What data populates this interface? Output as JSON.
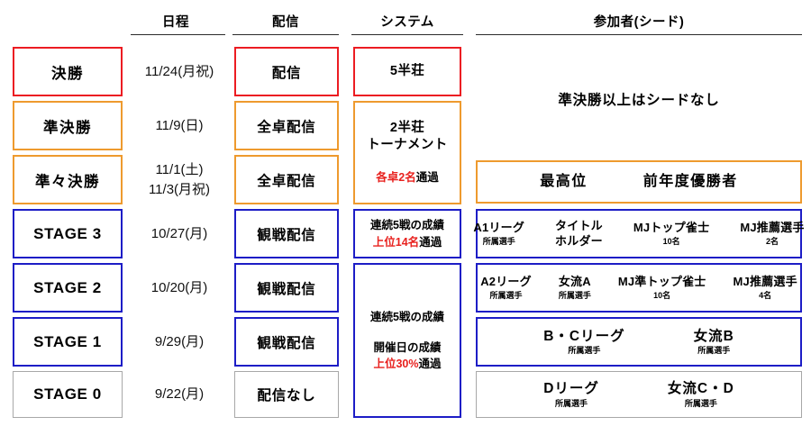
{
  "headers": {
    "schedule": "日程",
    "broadcast": "配信",
    "system": "システム",
    "participants": "参加者(シード)"
  },
  "colors": {
    "red": "#ec1c22",
    "orange": "#ee9a2e",
    "blue": "#1d1dc6",
    "gray": "#a8a8a8",
    "accent_text_red": "#e8211e"
  },
  "rows": [
    {
      "stage": "決勝",
      "date": [
        "11/24(月祝)"
      ],
      "broadcast": "配信",
      "accent": "red"
    },
    {
      "stage": "準決勝",
      "date": [
        "11/9(日)"
      ],
      "broadcast": "全卓配信",
      "accent": "orange"
    },
    {
      "stage": "準々決勝",
      "date": [
        "11/1(土)",
        "11/3(月祝)"
      ],
      "broadcast": "全卓配信",
      "accent": "orange"
    },
    {
      "stage": "STAGE 3",
      "date": [
        "10/27(月)"
      ],
      "broadcast": "観戦配信",
      "accent": "blue"
    },
    {
      "stage": "STAGE 2",
      "date": [
        "10/20(月)"
      ],
      "broadcast": "観戦配信",
      "accent": "blue"
    },
    {
      "stage": "STAGE 1",
      "date": [
        "9/29(月)"
      ],
      "broadcast": "観戦配信",
      "accent": "blue"
    },
    {
      "stage": "STAGE 0",
      "date": [
        "9/22(月)"
      ],
      "broadcast": "配信なし",
      "accent": "gray"
    }
  ],
  "system": {
    "final": {
      "text": "5半荘"
    },
    "semi_quarter": {
      "line1": "2半荘",
      "line2": "トーナメント",
      "advance_red": "各卓2名",
      "advance_tail": "通過"
    },
    "stage3": {
      "line1": "連続5戦の成績",
      "advance_red": "上位14名",
      "advance_tail": "通過"
    },
    "stage210": {
      "line1": "連続5戦の成績",
      "line2": "開催日の成績",
      "advance_red": "上位30%",
      "advance_tail": "通過"
    }
  },
  "participants": {
    "no_seed_note": "準決勝以上はシードなし",
    "quarter": {
      "items": [
        {
          "main": "最高位"
        },
        {
          "main": "前年度優勝者"
        }
      ]
    },
    "stage3": {
      "items": [
        {
          "main": "A1リーグ",
          "sub": "所属選手"
        },
        {
          "main": "タイトル",
          "main2": "ホルダー"
        },
        {
          "main": "MJトップ雀士",
          "sub": "10名"
        },
        {
          "main": "MJ推薦選手",
          "sub": "2名"
        }
      ]
    },
    "stage2": {
      "items": [
        {
          "main": "A2リーグ",
          "sub": "所属選手"
        },
        {
          "main": "女流A",
          "sub": "所属選手"
        },
        {
          "main": "MJ準トップ雀士",
          "sub": "10名"
        },
        {
          "main": "MJ推薦選手",
          "sub": "4名"
        }
      ]
    },
    "stage1": {
      "items": [
        {
          "main": "B・Cリーグ",
          "sub": "所属選手"
        },
        {
          "main": "女流B",
          "sub": "所属選手"
        }
      ]
    },
    "stage0": {
      "items": [
        {
          "main": "Dリーグ",
          "sub": "所属選手"
        },
        {
          "main": "女流C・D",
          "sub": "所属選手"
        }
      ]
    }
  }
}
